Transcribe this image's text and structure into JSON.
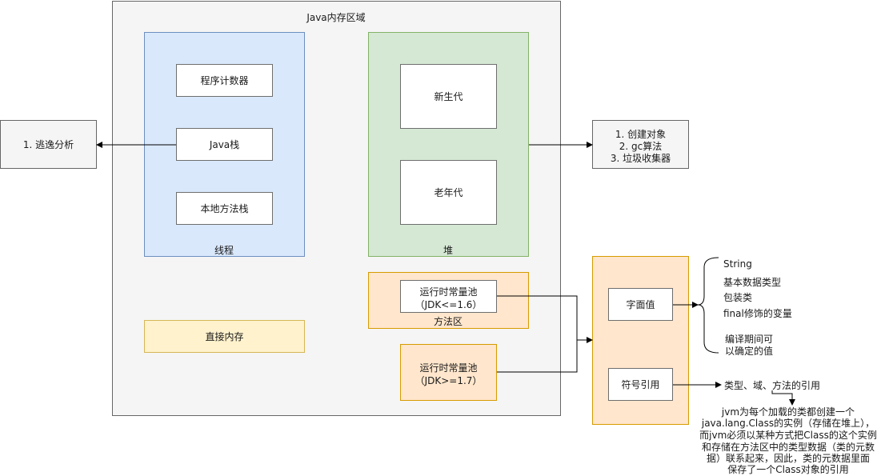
{
  "memory_area": {
    "title": "Java内存区域"
  },
  "thread": {
    "label": "线程",
    "pc_register": "程序计数器",
    "java_stack": "Java栈",
    "native_stack": "本地方法栈"
  },
  "heap": {
    "label": "堆",
    "young": "新生代",
    "old": "老年代"
  },
  "method_area": {
    "label": "方法区",
    "pool_old_line1": "运行时常量池",
    "pool_old_line2": "（JDK<=1.6）"
  },
  "pool_new": {
    "line1": "运行时常量池",
    "line2": "（JDK>=1.7）"
  },
  "direct_memory": "直接内存",
  "escape": "1. 逃逸分析",
  "heap_notes": {
    "line1": "1. 创建对象",
    "line2": "2. gc算法",
    "line3": "3. 垃圾收集器"
  },
  "constant_pool": {
    "literal": "字面值",
    "symbol_ref": "符号引用"
  },
  "literal_items": {
    "string": "String",
    "basic": "基本数据类型",
    "wrapper": "包装类",
    "final": "final修饰的变量",
    "compile_line1": "编译期间可",
    "compile_line2": "以确定的值"
  },
  "symbol_target": "类型、域、方法的引用",
  "jvm_note": {
    "line1": "jvm为每个加载的类都创建一个",
    "line2": "java.lang.Class的实例（存储在堆上），",
    "line3": "而jvm必须以某种方式把Class的这个实例",
    "line4": "和存储在方法区中的类型数据（类的元数",
    "line5": "据）联系起来，因此，类的元数据里面",
    "line6": "保存了一个Class对象的引用"
  }
}
